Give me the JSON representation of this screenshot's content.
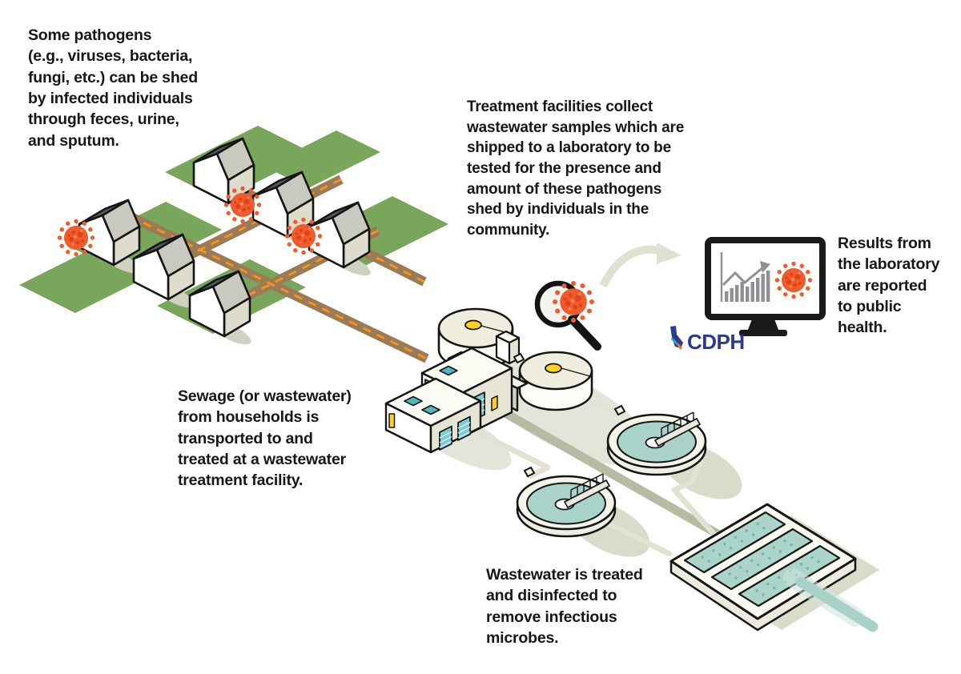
{
  "captions": {
    "shedding": "Some pathogens\n(e.g., viruses, bacteria,\nfungi, etc.) can be shed\nby infected individuals\nthrough feces, urine,\nand sputum.",
    "collection": "Treatment facilities collect\nwastewater samples which are\nshipped to a laboratory to be\ntested for the presence and\namount of these pathogens\nshed by individuals in the\ncommunity.",
    "results": "Results from\nthe laboratory\nare reported\nto public\nhealth.",
    "transport": "Sewage (or wastewater)\nfrom households is\ntransported to and\ntreated at a wastewater\ntreatment facility.",
    "treatment": "Wastewater is treated\nand disinfected to\nremove infectious\nmicrobes."
  },
  "cdph_logo": {
    "wordmark": "CDPH"
  },
  "monitor": {
    "chart_bars": [
      13,
      17,
      21,
      25,
      19,
      25,
      30,
      35,
      39
    ]
  },
  "icons": {
    "virus": "coronavirus-icon",
    "house": "house-icon",
    "magnifier": "magnifying-glass-icon",
    "monitor": "monitor-icon",
    "trend_chart": "trend-chart-icon",
    "curved_arrow": "curved-arrow-icon",
    "california": "california-state-icon",
    "treatment_plant": "treatment-plant-icon",
    "clarifier": "clarifier-tank-icon",
    "aeration_basin": "aeration-basin-icon"
  },
  "colors": {
    "field_green": "#7aa65b",
    "road_brown": "#9a7b55",
    "road_dash_orange": "#f6921e",
    "virus_orange": "#f15b2b",
    "water_teal": "#a9d2c8",
    "pipe_olive": "#b8bba4",
    "effluent_teal": "#aad2c9",
    "cdph_navy": "#2b3990",
    "accent_yellow": "#ffd21e",
    "text_black": "#171717"
  }
}
